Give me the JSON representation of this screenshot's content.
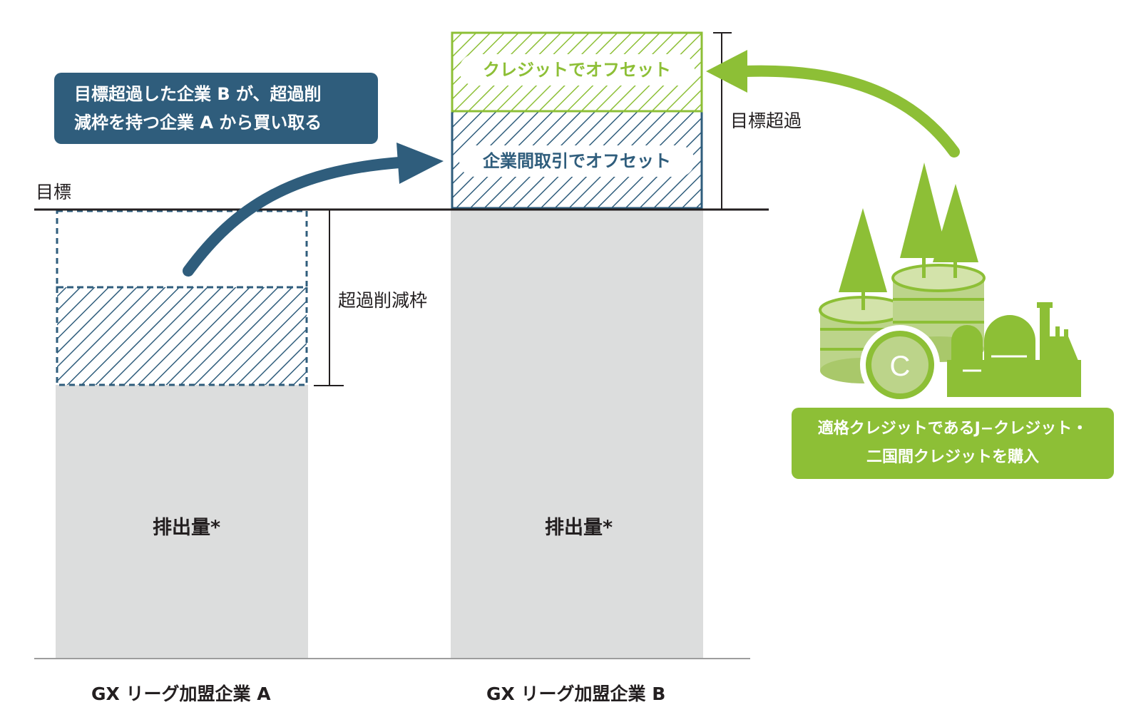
{
  "callout_b_buys": {
    "line1": "目標超過した企業 B が、超過削",
    "line2": "減枠を持つ企業 A から買い取る"
  },
  "target_label": "目標",
  "excess_reduction_label": "超過削減枠",
  "over_target_label": "目標超過",
  "offset_credit_label": "クレジットでオフセット",
  "offset_trade_label": "企業間取引でオフセット",
  "emissions_label_a": "排出量*",
  "emissions_label_b": "排出量*",
  "company_a_label": "GX リーグ加盟企業 A",
  "company_b_label": "GX リーグ加盟企業 B",
  "callout_credit_purchase": {
    "line1": "適格クレジットであるJ−クレジット・",
    "line2": "二国間クレジットを購入"
  },
  "credit_coin_letter": "C",
  "colors": {
    "navy": "#2f5d7c",
    "green": "#8dbf36",
    "gray_bar": "#dcdddd",
    "axis": "#231f20"
  }
}
